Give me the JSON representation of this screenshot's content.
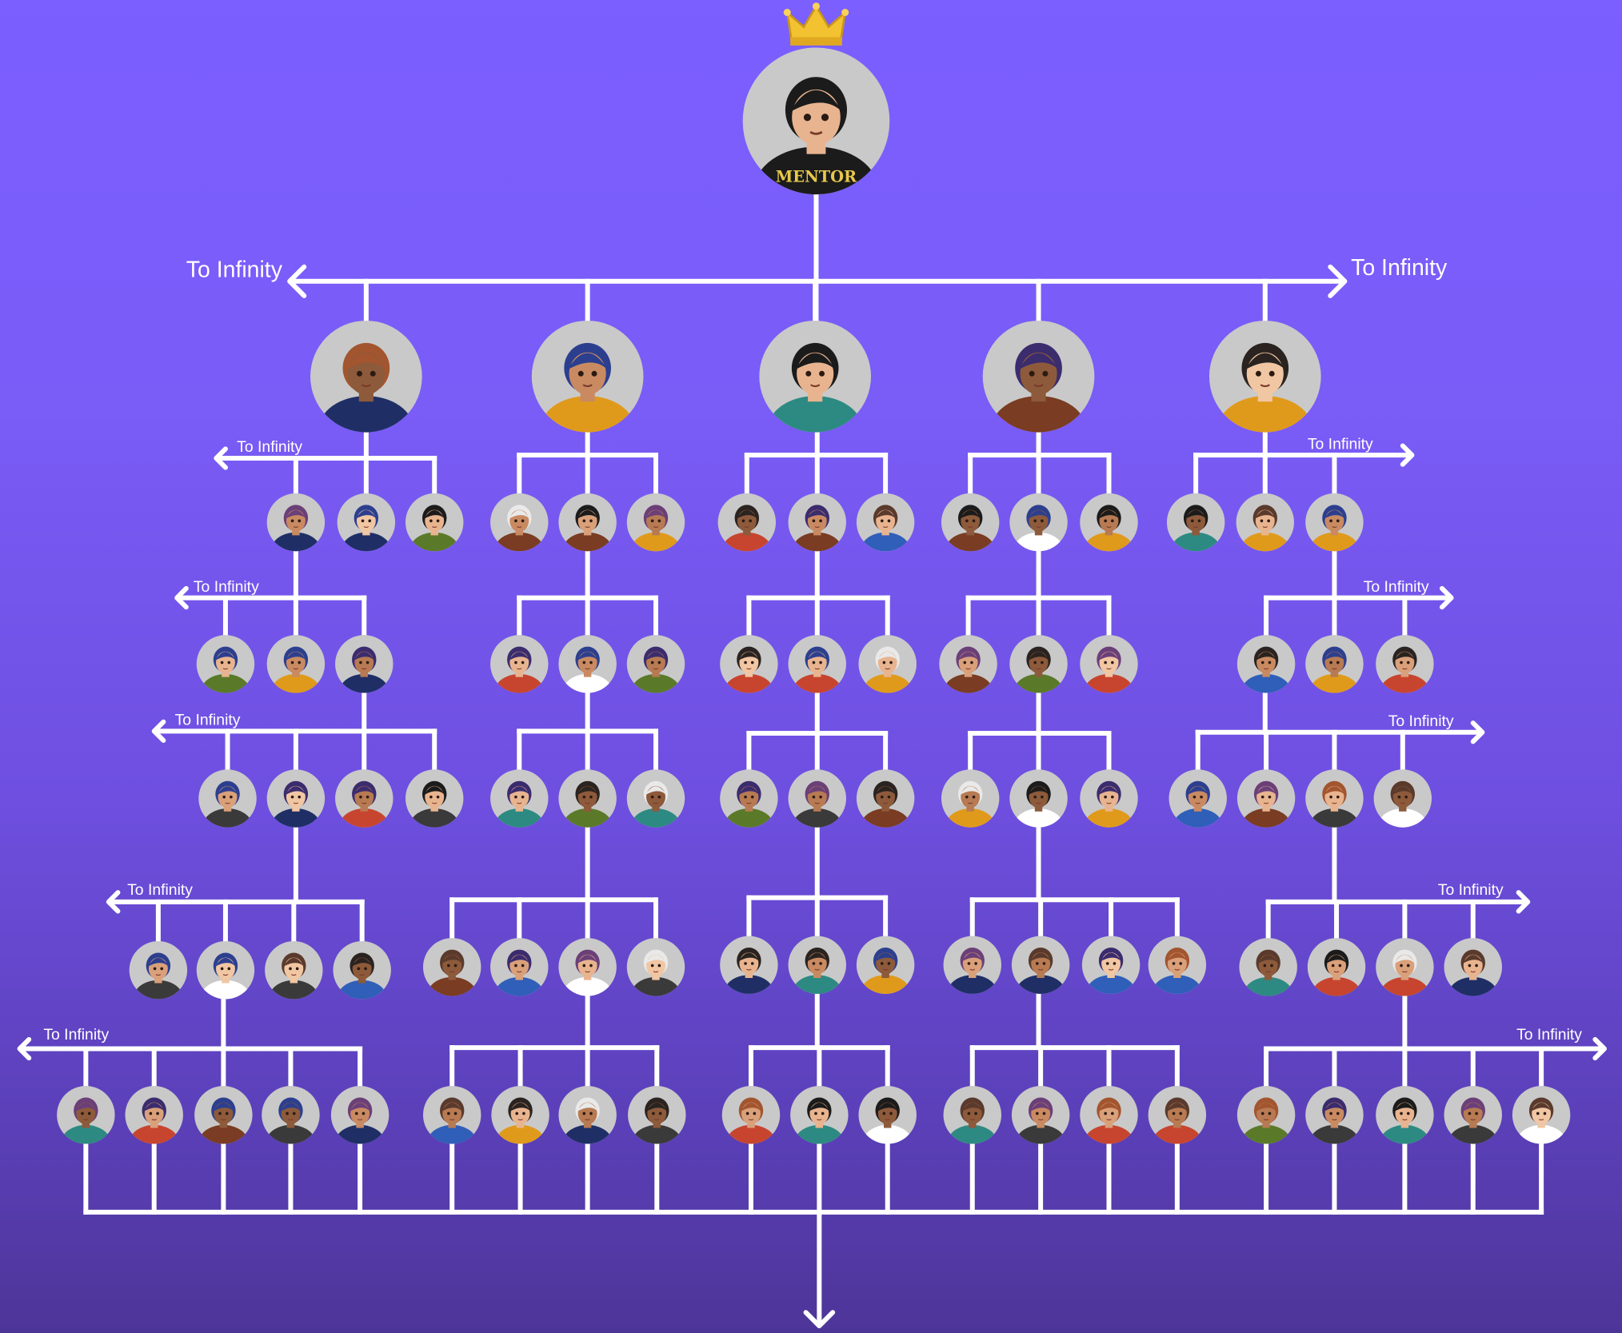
{
  "root": {
    "badge_text": "MENTOR",
    "crown": "crown-icon"
  },
  "labels": {
    "top_left": "To Infinity",
    "top_right": "To Infinity",
    "row1_left": "To Infinity",
    "row1_right": "To Infinity",
    "row2_left": "To Infinity",
    "row2_right": "To Infinity",
    "row3_left": "To Infinity",
    "row3_right": "To Infinity",
    "row4_left": "To Infinity",
    "row4_right": "To Infinity",
    "row5_left": "To Infinity",
    "row5_right": "To Infinity"
  },
  "colors": {
    "background_top": "#7b5fff",
    "background_bottom": "#4d3598",
    "line": "#ffffff",
    "avatar_bg": "#c9c9c9"
  }
}
